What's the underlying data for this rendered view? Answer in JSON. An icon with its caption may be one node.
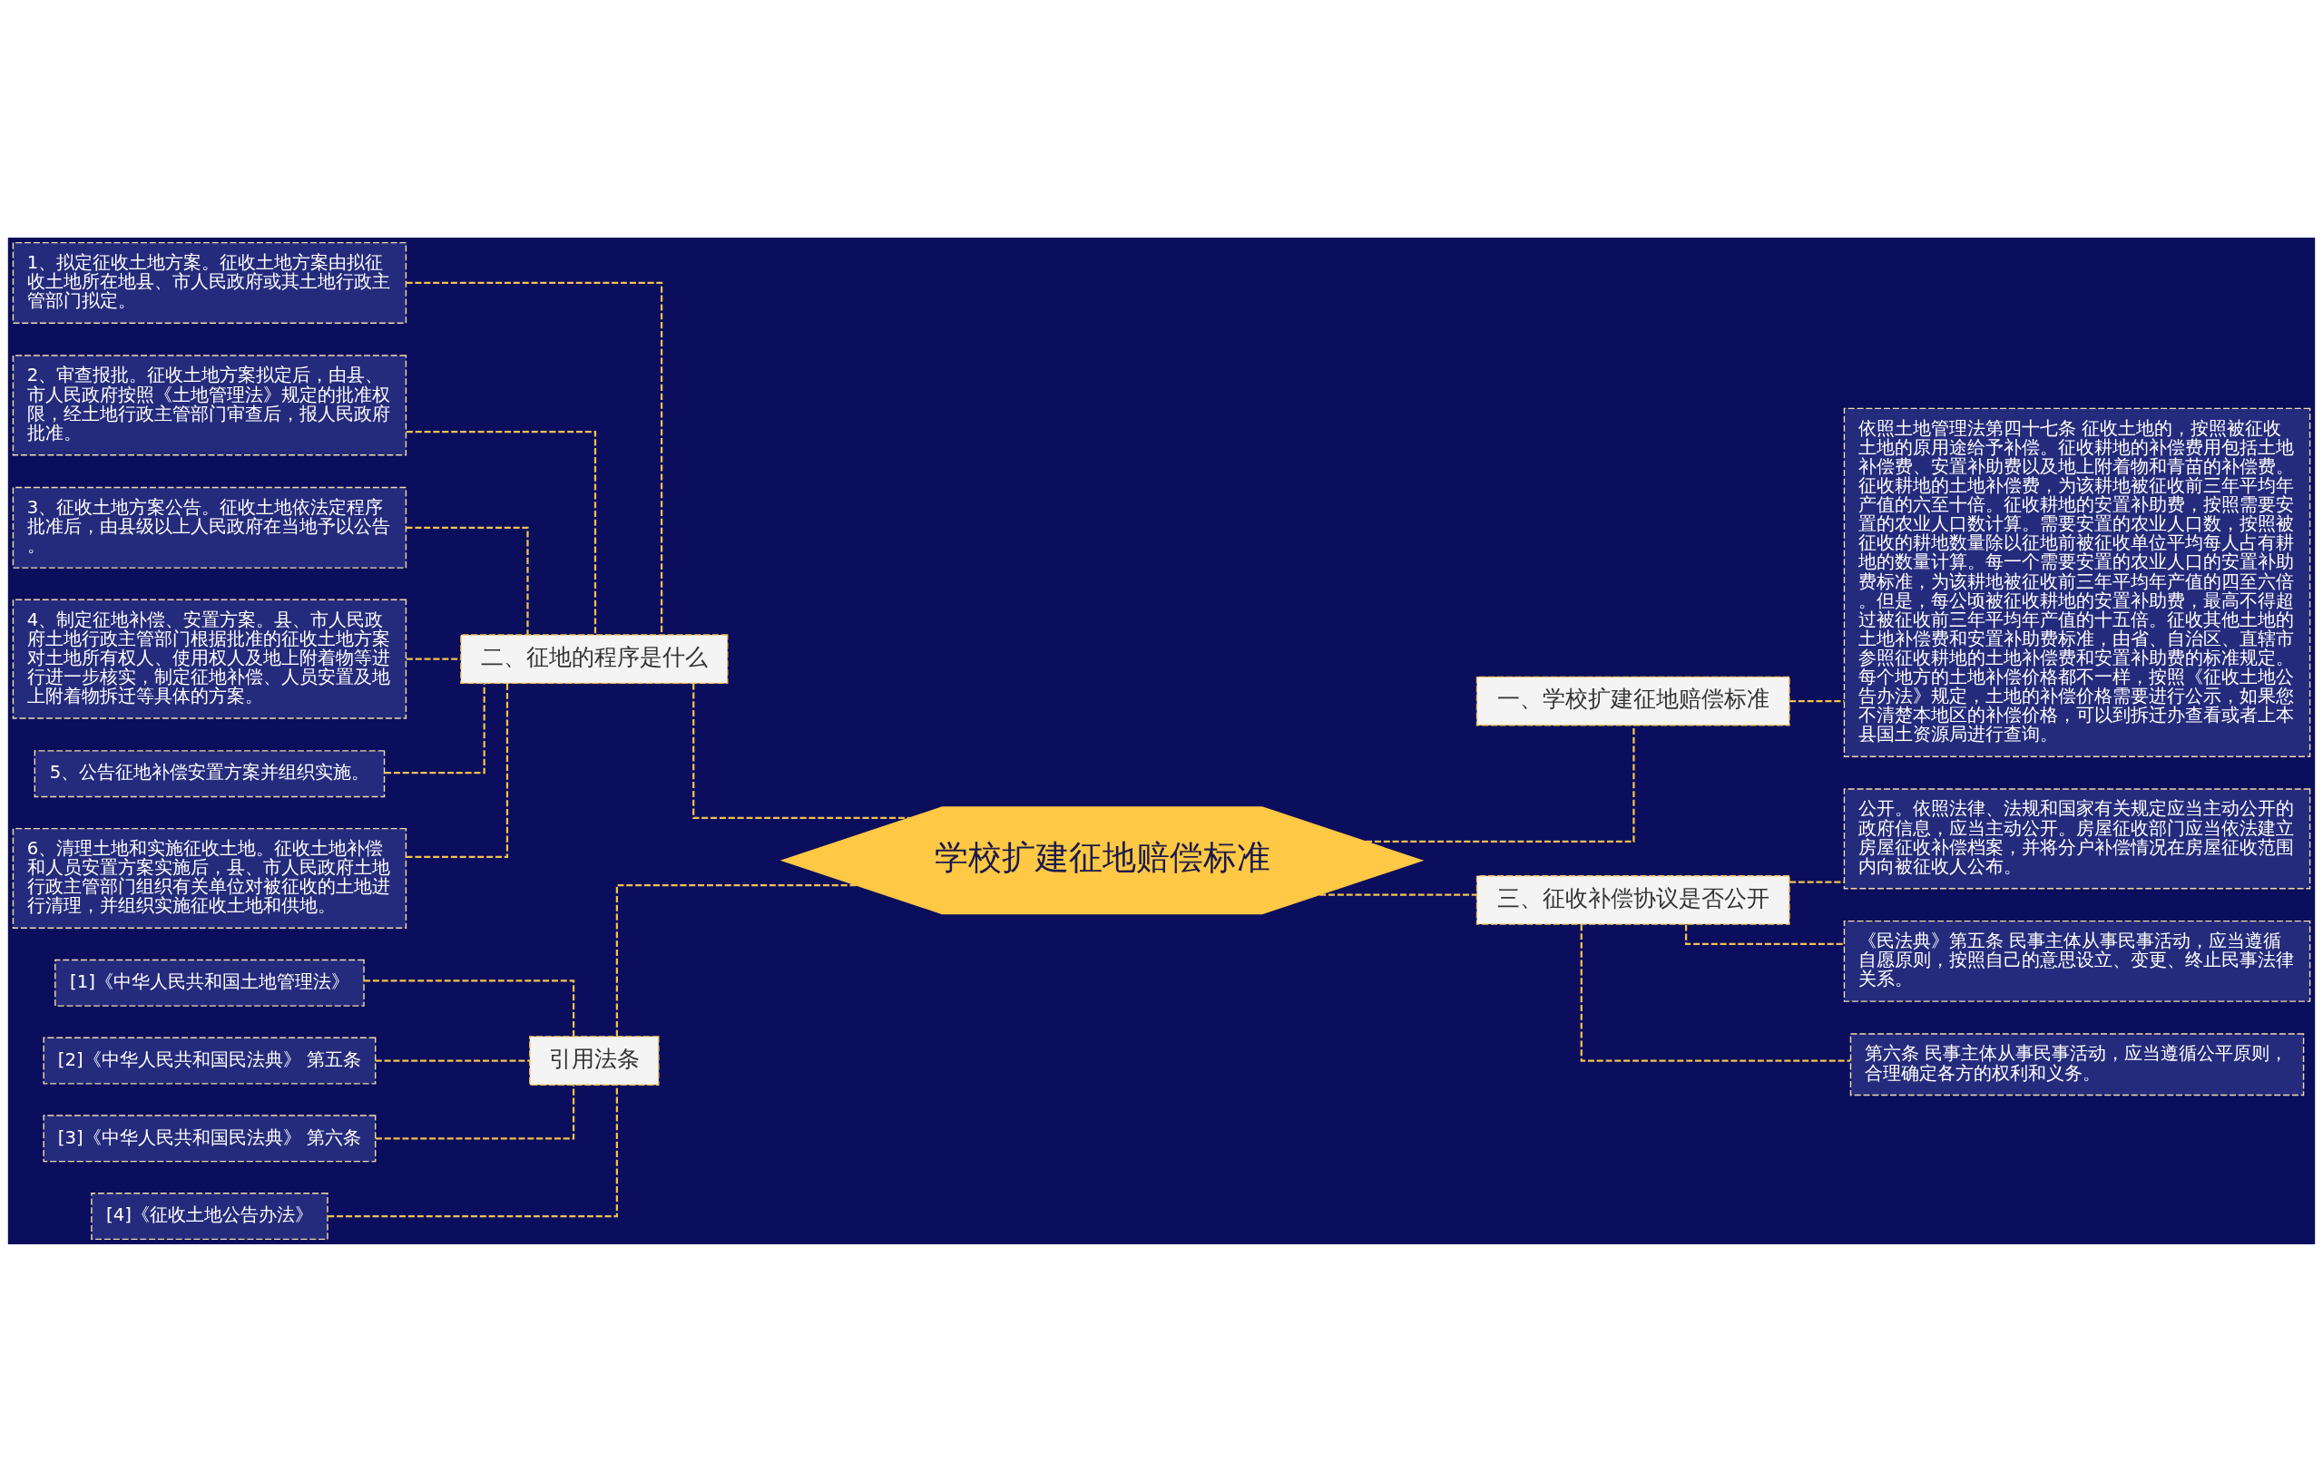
{
  "diagram": {
    "nodes": [
      {
        "text": [
          "学校扩建征地赔偿标准"
        ]
      },
      {
        "text": [
          "二、征地的程序是什么"
        ]
      },
      {
        "text": [
          "1、拟定征收土地方案。征收土地方案由拟征收土地所在地县、市人民政府或其土地行政主管部门拟定。"
        ]
      },
      {
        "text": [
          "2、审查报批。征收土地方案拟定后，由县、市人民政府按照《土地管理法》规定的批准权限，经土地行政主管部门审查后，报人民政府批准。"
        ]
      },
      {
        "text": [
          "3、征收土地方案公告。征收土地依法定程序批准后，由县级以上人民政府在当地予以公告。"
        ]
      },
      {
        "text": [
          "4、制定征地补偿、安置方案。县、市人民政府土地行政主管部门根据批准的征收土地方案对土地所有权人、使用权人及地上附着物等进行进一步核实，制定征地补偿、人员安置及地上附着物拆迁等具体的方案。"
        ]
      },
      {
        "text": [
          "5、公告征地补偿安置方案并组织实施。"
        ]
      },
      {
        "text": [
          "6、清理土地和实施征收土地。征收土地补偿和人员安置方案实施后，县、市人民政府土地行政主管部门组织有关单位对被征收的土地进行清理，并组织实施征收土地和供地。"
        ]
      },
      {
        "text": [
          "引用法条"
        ]
      },
      {
        "text": [
          "[1]《中华人民共和国土地管理法》"
        ]
      },
      {
        "text": [
          "[2]《中华人民共和国民法典》 第五条"
        ]
      },
      {
        "text": [
          "[3]《中华人民共和国民法典》 第六条"
        ]
      },
      {
        "text": [
          "[4]《征收土地公告办法》"
        ]
      },
      {
        "text": [
          "一、学校扩建征地赔偿标准"
        ]
      },
      {
        "text": [
          "依照土地管理法第四十七条 征收土地的，按照被征收土地的原用途给予补偿。征收耕地的补偿费用包括土地补偿费、安置补助费以及地上附着物和青苗的补偿费。征收耕地的土地补偿费，为该耕地被征收前三年平均年产值的六至十倍。征收耕地的安置补助费，按照需要安置的农业人口数计算。需要安置的农业人口数，按照被征收的耕地数量除以征地前被征收单位平均每人占有耕地的数量计算。每一个需要安置的农业人口的安置补助费标准，为该耕地被征收前三年平均年产值的四至六倍。但是，每公顷被征收耕地的安置补助费，最高不得超过被征收前三年平均年产值的十五倍。征收其他土地的土地补偿费和安置补助费标准，由省、自治区、直辖市参照征收耕地的土地补偿费和安置补助费的标准规定。每个地方的土地补偿价格都不一样，按照《征收土地公告办法》规定，土地的补偿价格需要进行公示，如果您不清楚本地区的补偿价格，可以到拆迁办查看或者上本县国土资源局进行查询。"
        ]
      },
      {
        "text": [
          "三、征收补偿协议是否公开"
        ]
      },
      {
        "text": [
          "公开。依照法律、法规和国家有关规定应当主动公开的政府信息，应当主动公开。房屋征收部门应当依法建立房屋征收补偿档案，并将分户补偿情况在房屋征收范围内向被征收人公布。"
        ]
      },
      {
        "text": [
          "《民法典》第五条 民事主体从事民事活动，应当遵循自愿原则，按照自己的意思设立、变更、终止民事法律关系。"
        ]
      },
      {
        "text": [
          "第六条 民事主体从事民事活动，应当遵循公平原则，合理确定各方的权利和义务。"
        ]
      }
    ],
    "edges": [
      {
        "from": 0,
        "to": 1,
        "arrow": "none",
        "style": "dashed"
      },
      {
        "from": 1,
        "to": 2,
        "arrow": "none",
        "style": "dashed"
      },
      {
        "from": 1,
        "to": 3,
        "arrow": "none",
        "style": "dashed"
      },
      {
        "from": 1,
        "to": 4,
        "arrow": "none",
        "style": "dashed"
      },
      {
        "from": 1,
        "to": 5,
        "arrow": "none",
        "style": "dashed"
      },
      {
        "from": 1,
        "to": 6,
        "arrow": "none",
        "style": "dashed"
      },
      {
        "from": 1,
        "to": 7,
        "arrow": "none",
        "style": "dashed"
      },
      {
        "from": 0,
        "to": 8,
        "arrow": "none",
        "style": "dashed"
      },
      {
        "from": 8,
        "to": 9,
        "arrow": "none",
        "style": "dashed"
      },
      {
        "from": 8,
        "to": 10,
        "arrow": "none",
        "style": "dashed"
      },
      {
        "from": 8,
        "to": 11,
        "arrow": "none",
        "style": "dashed"
      },
      {
        "from": 8,
        "to": 12,
        "arrow": "none",
        "style": "dashed"
      },
      {
        "from": 0,
        "to": 13,
        "arrow": "none",
        "style": "dashed"
      },
      {
        "from": 13,
        "to": 14,
        "arrow": "none",
        "style": "dashed"
      },
      {
        "from": 0,
        "to": 15,
        "arrow": "none",
        "style": "dashed"
      },
      {
        "from": 15,
        "to": 16,
        "arrow": "none",
        "style": "dashed"
      },
      {
        "from": 15,
        "to": 17,
        "arrow": "none",
        "style": "dashed"
      },
      {
        "from": 15,
        "to": 18,
        "arrow": "none",
        "style": "dashed"
      }
    ]
  }
}
